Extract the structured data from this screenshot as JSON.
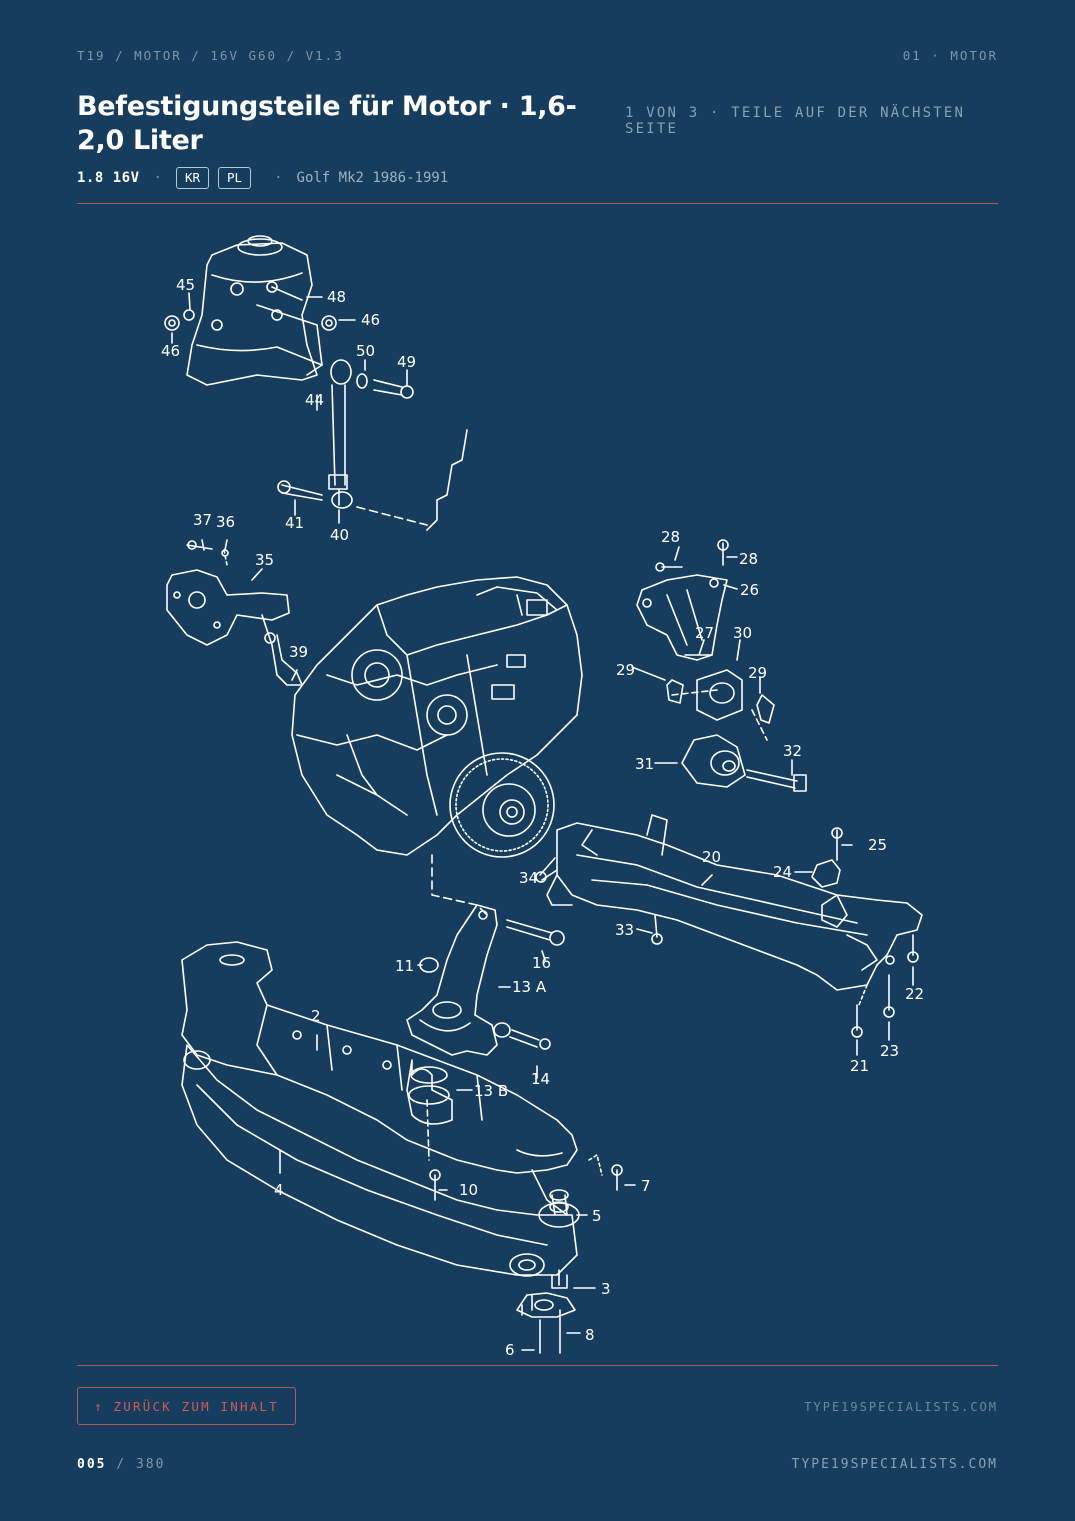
{
  "header": {
    "breadcrumb": "T19 / MOTOR / 16V G60 / V1.3",
    "section": "01 · MOTOR",
    "title": "Befestigungsteile für Motor · 1,6-2,0 Liter",
    "page_info": "1 VON 3 · TEILE AUF DER NÄCHSTEN SEITE"
  },
  "meta": {
    "engine": "1.8 16V",
    "separator": "·",
    "tags": [
      "KR",
      "PL"
    ],
    "vehicle": "Golf Mk2 1986-1991"
  },
  "diagram": {
    "callouts": [
      "45",
      "48",
      "46",
      "46",
      "50",
      "49",
      "44",
      "41",
      "40",
      "37",
      "36",
      "35",
      "39",
      "28",
      "28",
      "26",
      "27",
      "30",
      "29",
      "29",
      "31",
      "32",
      "25",
      "24",
      "20",
      "34",
      "33",
      "11",
      "16",
      "13 A",
      "2",
      "14",
      "13 B",
      "22",
      "23",
      "21",
      "4",
      "10",
      "7",
      "5",
      "3",
      "8",
      "6"
    ]
  },
  "footer": {
    "back_label": "↑ ZURÜCK ZUM INHALT",
    "site": "TYPE19SPECIALISTS.COM",
    "page_current": "005",
    "page_sep": " / ",
    "page_total": "380",
    "site_bottom": "TYPE19SPECIALISTS.COM"
  },
  "colors": {
    "background": "#163d5e",
    "accent": "#d05b57",
    "rule": "#b6585a",
    "text": "#ffffff",
    "muted": "#7f95a8"
  }
}
